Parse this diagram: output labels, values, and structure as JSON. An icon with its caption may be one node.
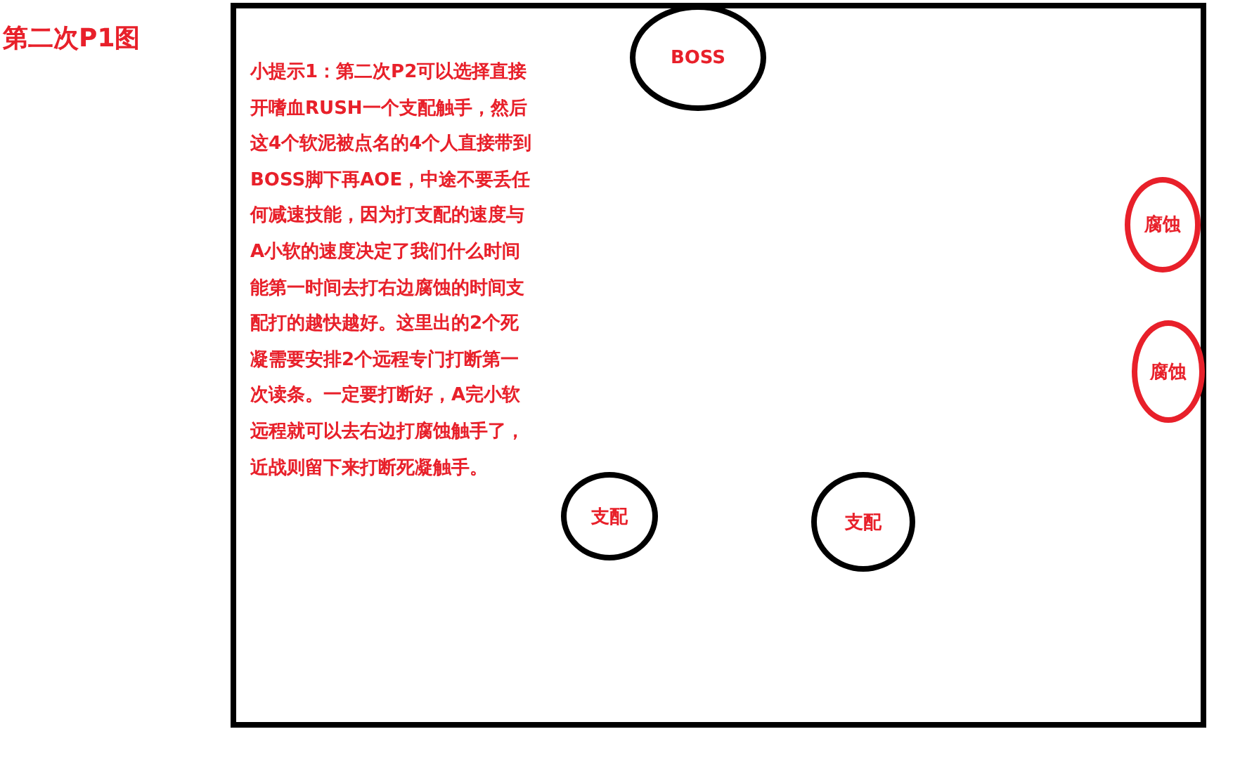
{
  "diagram": {
    "title": "第二次P1图",
    "nodes": [
      {
        "text": [],
        "shape": "box"
      },
      {
        "text": [
          "BOSS"
        ],
        "in": 0
      },
      {
        "text": [
          "腐蚀"
        ],
        "in": 0
      },
      {
        "text": [
          "腐蚀"
        ],
        "in": 0
      },
      {
        "text": [
          "支配"
        ],
        "in": 0
      },
      {
        "text": [
          "支配"
        ],
        "in": 0
      }
    ],
    "labels": [
      "小提示1：第二次P2可以选择直接开嗜血RUSH一个支配触手，然后这4个软泥被点名的4个人直接带到BOSS脚下再AOE，中途不要丢任何减速技能，因为打支配的速度与A小软的速度决定了我们什么时间能第一时间去打右边腐蚀的时间支配打的越快越好。这里出的2个死凝需要安排2个远程专门打断第一次读条。一定要打断好，A完小软远程就可以去右边打腐蚀触手了，近战则留下来打断死凝触手。"
    ]
  }
}
